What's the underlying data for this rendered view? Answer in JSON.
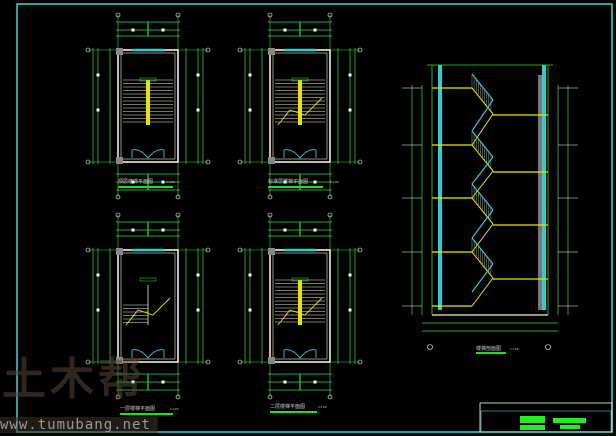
{
  "drawing": {
    "plans": [
      {
        "title": "顶层楼梯平面图",
        "scale": "1:100"
      },
      {
        "title": "标准层楼梯平面图",
        "scale": "1:100"
      },
      {
        "title": "一层楼梯平面图",
        "scale": "1:100"
      },
      {
        "title": "二层楼梯平面图",
        "scale": "1:100"
      }
    ],
    "section": {
      "title": "楼梯剖面图",
      "scale": "1:100"
    },
    "colors": {
      "frame": "#3fd6d6",
      "dim": "#33dd33",
      "wall": "#f2f2d0",
      "stair": "#e6e600",
      "rail": "#33cccc"
    }
  },
  "watermark": {
    "logo": "土木帮",
    "url": "www.tumubang.net"
  }
}
